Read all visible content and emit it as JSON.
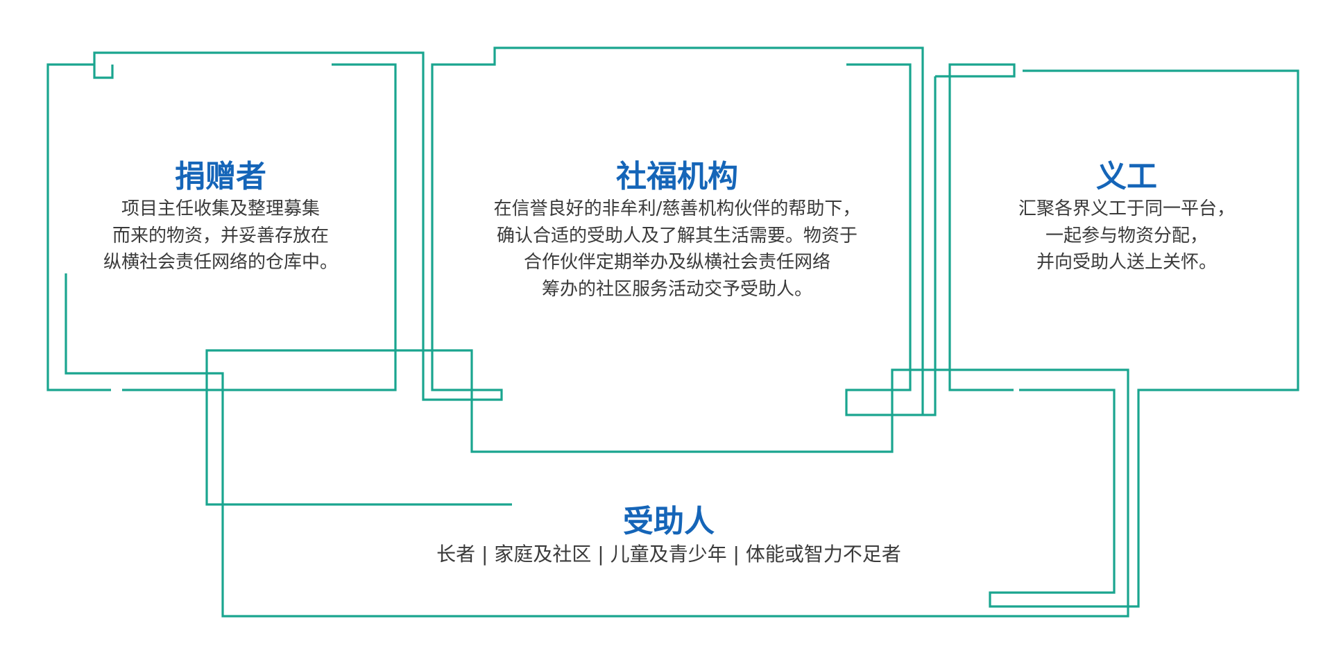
{
  "colors": {
    "line": "#1aa58f",
    "title": "#1565b8",
    "text": "#3a3a3a"
  },
  "donor": {
    "title": "捐赠者",
    "lines": [
      "项目主任收集及整理募集",
      "而来的物资，并妥善存放在",
      "纵横社会责任网络的仓库中。"
    ]
  },
  "organization": {
    "title": "社福机构",
    "lines": [
      "在信誉良好的非牟利/慈善机构伙伴的帮助下，",
      "确认合适的受助人及了解其生活需要。物资于",
      "合作伙伴定期举办及纵横社会责任网络",
      "筹办的社区服务活动交予受助人。"
    ]
  },
  "volunteer": {
    "title": "义工",
    "lines": [
      "汇聚各界义工于同一平台，",
      "一起参与物资分配，",
      "并向受助人送上关怀。"
    ]
  },
  "beneficiary": {
    "title": "受助人",
    "subtitle": "长者 | 家庭及社区 | 儿童及青少年 | 体能或智力不足者"
  }
}
